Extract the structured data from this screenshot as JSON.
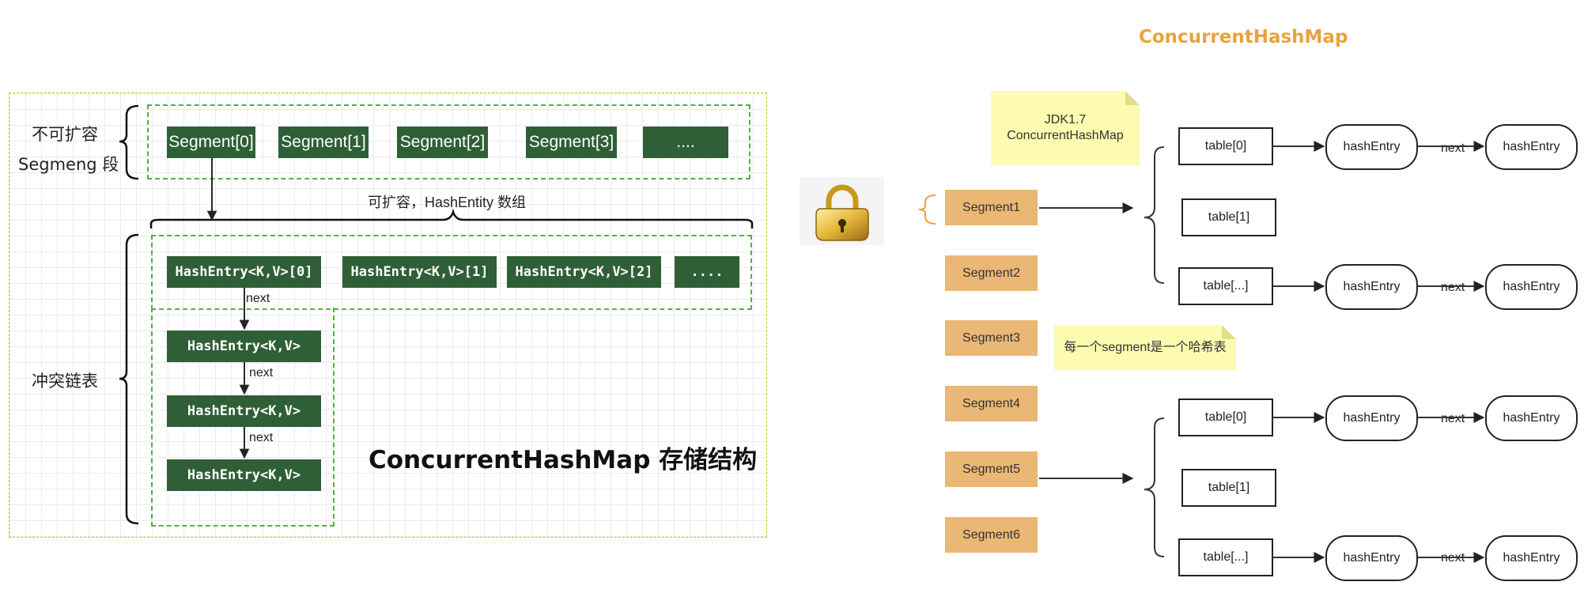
{
  "left": {
    "row_label_1": "不可扩容",
    "row_label_2": "Segmeng 段",
    "segments": [
      "Segment[0]",
      "Segment[1]",
      "Segment[2]",
      "Segment[3]",
      "...."
    ],
    "array_label": "可扩容，HashEntity 数组",
    "entries": [
      "HashEntry<K,V>[0]",
      "HashEntry<K,V>[1]",
      "HashEntry<K,V>[2]",
      "...."
    ],
    "chain_label": "冲突链表",
    "chain": [
      "HashEntry<K,V>",
      "HashEntry<K,V>",
      "HashEntry<K,V>"
    ],
    "next_label": "next",
    "title": "ConcurrentHashMap 存储结构"
  },
  "right": {
    "title": "ConcurrentHashMap",
    "note1_line1": "JDK1.7",
    "note1_line2": "ConcurrentHashMap",
    "note2": "每一个segment是一个哈希表",
    "segments": [
      "Segment1",
      "Segment2",
      "Segment3",
      "Segment4",
      "Segment5",
      "Segment6"
    ],
    "tables": [
      "table[0]",
      "table[1]",
      "table[...]"
    ],
    "hash_entry": "hashEntry",
    "next_label": "next"
  },
  "colors": {
    "green_box": "#2f5f36",
    "green_dash": "#5aaa46",
    "segment_orange": "#eab774",
    "title_orange": "#e8a33c",
    "note_yellow": "#fdfbb0"
  }
}
